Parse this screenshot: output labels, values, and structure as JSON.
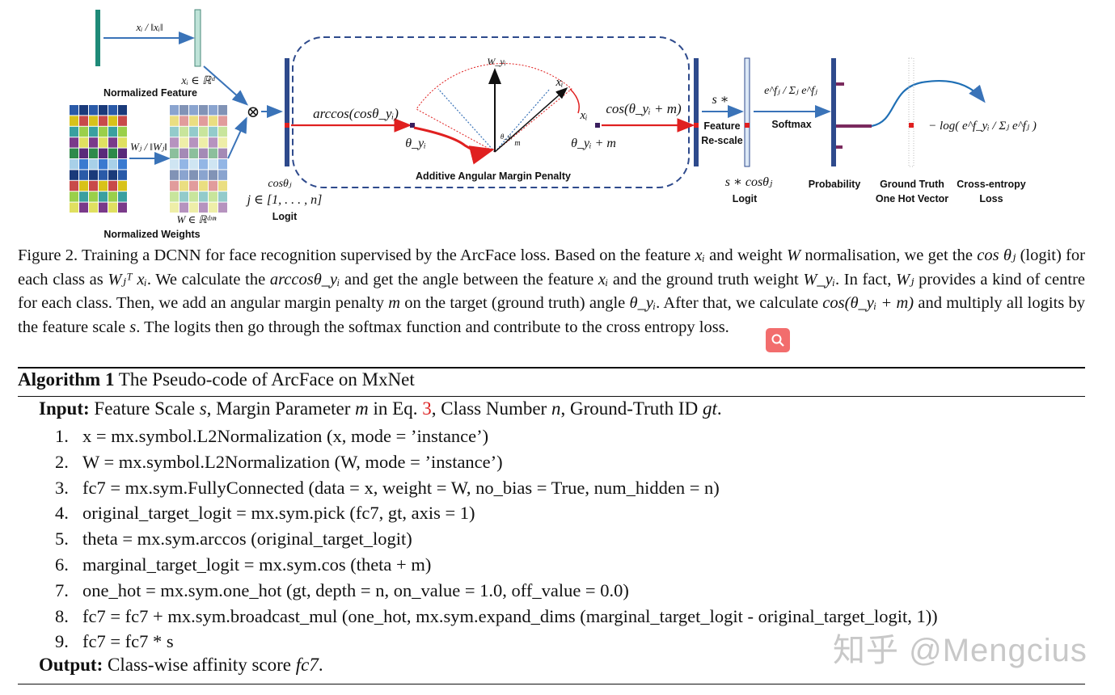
{
  "diagram": {
    "labels": {
      "normalized_feature": "Normalized Feature",
      "normalized_weights": "Normalized Weights",
      "logit_1": "Logit",
      "aamp": "Additive Angular Margin Penalty",
      "feature_rescale_1": "Feature",
      "feature_rescale_2": "Re-scale",
      "logit_2": "Logit",
      "softmax": "Softmax",
      "probability": "Probability",
      "ground_truth_1": "Ground Truth",
      "ground_truth_2": "One Hot Vector",
      "cross_entropy_1": "Cross-entropy",
      "cross_entropy_2": "Loss"
    },
    "math": {
      "xi_over_norm": "xᵢ / ‖xᵢ‖",
      "xi_in_rd": "xᵢ ∈ ℝᵈ",
      "wj_over_norm": "Wⱼ / ‖Wⱼ‖",
      "w_in_rdn": "W ∈ ℝᵈˣⁿ",
      "otimes": "⊗",
      "cos_theta_j": "cosθⱼ",
      "j_range": "j ∈ [1, . . . , n]",
      "arccos": "arccos(cosθ_yᵢ)",
      "theta_yi": "θ_yᵢ",
      "w_yi": "W_yᵢ",
      "x_i": "xᵢ",
      "theta_m": "θ_yᵢ + m",
      "cos_theta_m": "cos(θ_yᵢ + m)",
      "s_star": "s ∗",
      "s_cos": "s ∗ cosθⱼ",
      "softmax_formula": "e^fⱼ / Σⱼ e^fⱼ",
      "loss_formula": "− log( e^f_yᵢ / Σⱼ e^fⱼ )",
      "m": "m"
    },
    "colors": {
      "bar_blue": "#2e4a8c",
      "arrow_blue": "#3a73b8",
      "red": "#e02020",
      "dashed": "#2e4a8c",
      "curve": "#1f6fb5"
    }
  },
  "caption": {
    "p1": "Figure 2. Training a DCNN for face recognition supervised by the ArcFace loss. Based on the feature ",
    "v1": "xᵢ",
    "p2": " and weight ",
    "v2": "W",
    "p3": " normalisation, we get the ",
    "v3": "cos θⱼ",
    "p4": " (logit) for each class as ",
    "v4": "Wⱼᵀ xᵢ",
    "p5": ". We calculate the ",
    "v5": "arccosθ_yᵢ",
    "p6": " and get the angle between the feature ",
    "v6": "xᵢ",
    "p7": " and the ground truth weight ",
    "v7": "W_yᵢ",
    "p8": ". In fact, ",
    "v8": "Wⱼ",
    "p9": " provides a kind of centre for each class. Then, we add an angular margin penalty ",
    "v9": "m",
    "p10": " on the target (ground truth) angle ",
    "v10": "θ_yᵢ",
    "p11": ". After that, we calculate ",
    "v11": "cos(θ_yᵢ + m)",
    "p12": " and multiply all logits by the feature scale ",
    "v12": "s",
    "p13": ". The logits then go through the softmax function and contribute to the cross entropy loss."
  },
  "algorithm": {
    "title_bold": "Algorithm 1",
    "title_rest": " The Pseudo-code of ArcFace on MxNet",
    "input_label": "Input:",
    "input_text_1": " Feature Scale ",
    "input_s": "s",
    "input_text_2": ", Margin Parameter ",
    "input_m": "m",
    "input_text_3": " in Eq. ",
    "input_ref": "3",
    "input_text_4": ", Class Number ",
    "input_n": "n",
    "input_text_5": ", Ground-Truth ID ",
    "input_gt": "gt",
    "input_text_6": ".",
    "lines": [
      {
        "num": "1.",
        "text": "x = mx.symbol.L2Normalization (x, mode = ’instance’)"
      },
      {
        "num": "2.",
        "text": "W = mx.symbol.L2Normalization (W, mode = ’instance’)"
      },
      {
        "num": "3.",
        "text": "fc7 = mx.sym.FullyConnected (data = x, weight = W, no_bias = True, num_hidden = n)"
      },
      {
        "num": "4.",
        "text": "original_target_logit = mx.sym.pick (fc7, gt, axis = 1)"
      },
      {
        "num": "5.",
        "text": "theta = mx.sym.arccos (original_target_logit)"
      },
      {
        "num": "6.",
        "text": "marginal_target_logit = mx.sym.cos (theta + m)"
      },
      {
        "num": "7.",
        "text": "one_hot = mx.sym.one_hot (gt, depth = n, on_value = 1.0, off_value = 0.0)"
      },
      {
        "num": "8.",
        "text": "fc7 = fc7 + mx.sym.broadcast_mul (one_hot, mx.sym.expand_dims (marginal_target_logit - original_target_logit, 1))"
      },
      {
        "num": "9.",
        "text": "fc7 = fc7 * s"
      }
    ],
    "output_label": "Output:",
    "output_text": " Class-wise affinity score ",
    "output_var": "fc7",
    "output_end": "."
  },
  "watermark": "知乎 @Mengcius"
}
